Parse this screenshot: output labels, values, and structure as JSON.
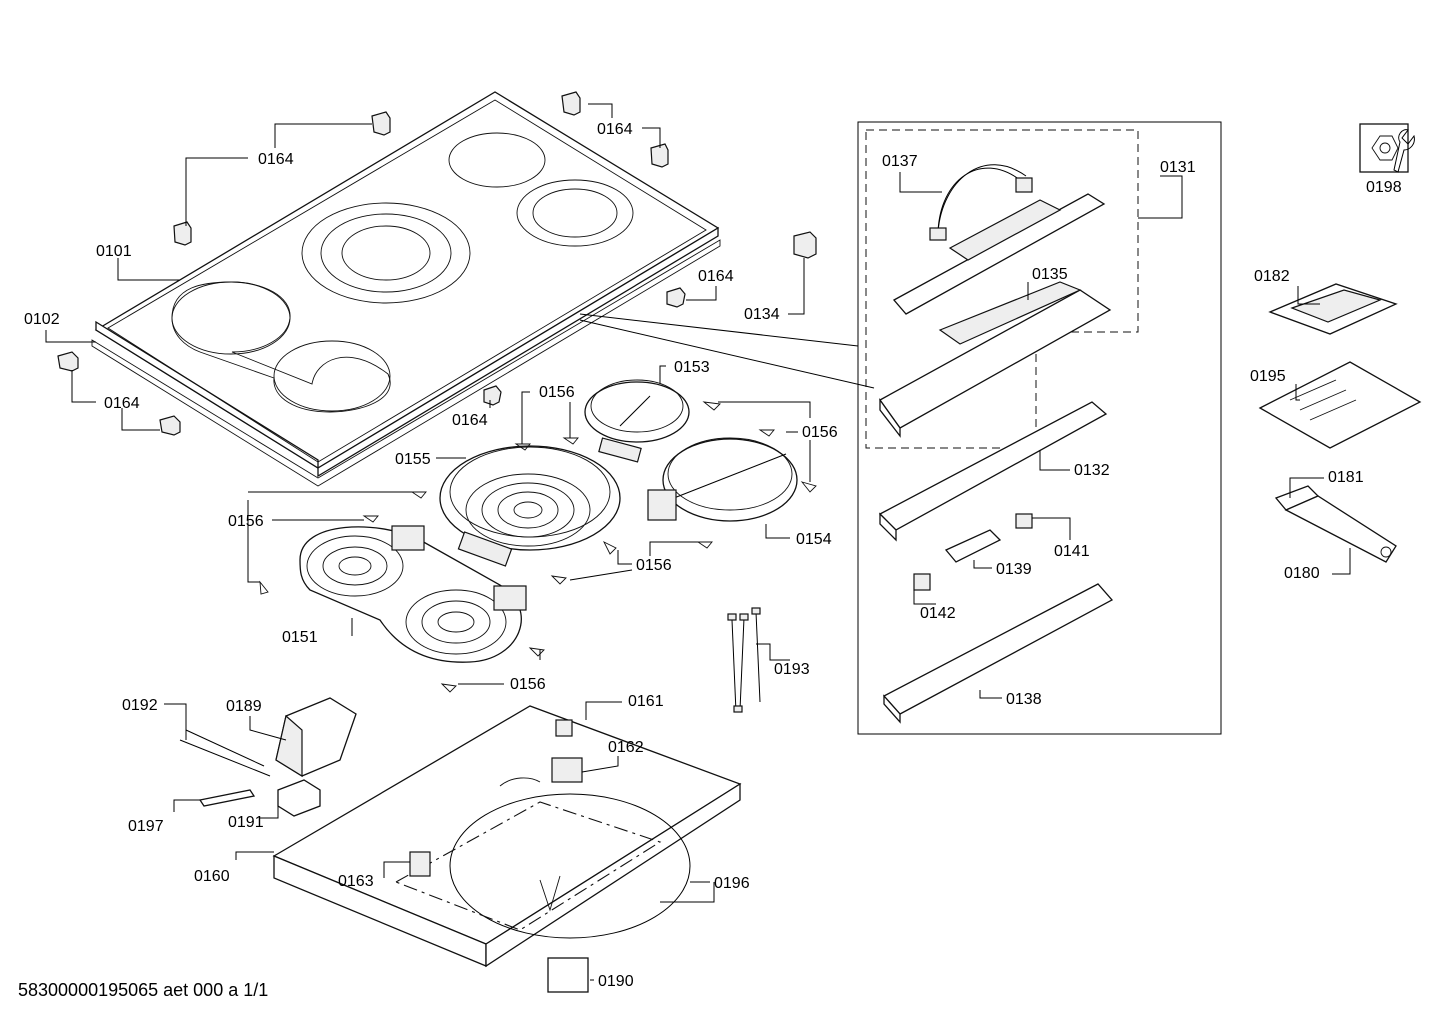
{
  "footer_text": "58300000195065 aet 000 a 1/1",
  "part_numbers": {
    "p0101": "0101",
    "p0102": "0102",
    "p0164a": "0164",
    "p0164b": "0164",
    "p0164c": "0164",
    "p0164d": "0164",
    "p0164e": "0164",
    "p0134": "0134",
    "p0131": "0131",
    "p0137": "0137",
    "p0135": "0135",
    "p0132": "0132",
    "p0141": "0141",
    "p0139": "0139",
    "p0142": "0142",
    "p0138": "0138",
    "p0153": "0153",
    "p0156a": "0156",
    "p0156b": "0156",
    "p0156c": "0156",
    "p0156d": "0156",
    "p0156e": "0156",
    "p0155": "0155",
    "p0154": "0154",
    "p0151": "0151",
    "p0193": "0193",
    "p0192": "0192",
    "p0189": "0189",
    "p0197": "0197",
    "p0191": "0191",
    "p0161": "0161",
    "p0162": "0162",
    "p0160": "0160",
    "p0163": "0163",
    "p0196": "0196",
    "p0190": "0190",
    "p0198": "0198",
    "p0182": "0182",
    "p0195": "0195",
    "p0181": "0181",
    "p0180": "0180"
  }
}
